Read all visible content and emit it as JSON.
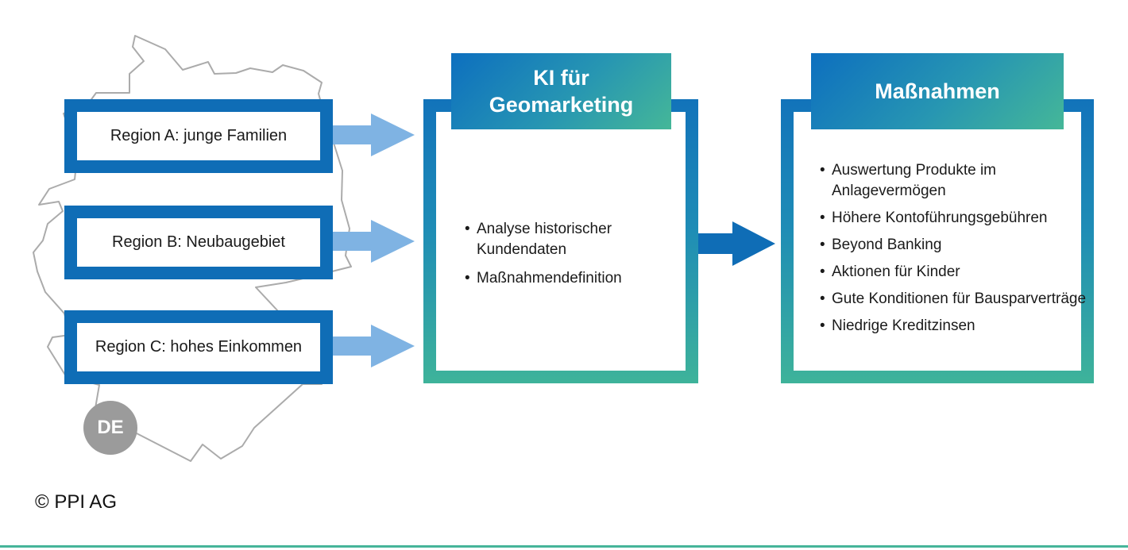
{
  "regions": [
    {
      "label": "Region A: junge Familien"
    },
    {
      "label": "Region B: Neubaugebiet"
    },
    {
      "label": "Region C: hohes Einkommen"
    }
  ],
  "ki_box": {
    "title_line1": "KI für",
    "title_line2": "Geomarketing",
    "items": [
      "Analyse historischer Kundendaten",
      "Maßnahmendefinition"
    ]
  },
  "massnahmen_box": {
    "title": "Maßnahmen",
    "items": [
      "Auswertung Produkte im Anlagevermögen",
      "Höhere Kontoführungsgebühren",
      "Beyond Banking",
      "Aktionen für Kinder",
      "Gute Konditionen für Bausparverträge",
      "Niedrige Kreditzinsen"
    ]
  },
  "map_badge": "DE",
  "copyright": "© PPI AG",
  "colors": {
    "region_border": "#0f6db6",
    "light_arrow": "#7fb3e3",
    "dark_arrow": "#0f6db6",
    "gradient_start": "#0d6fbf",
    "gradient_end": "#45b798",
    "map_outline": "#a8a8a8",
    "badge": "#9b9b9b"
  }
}
